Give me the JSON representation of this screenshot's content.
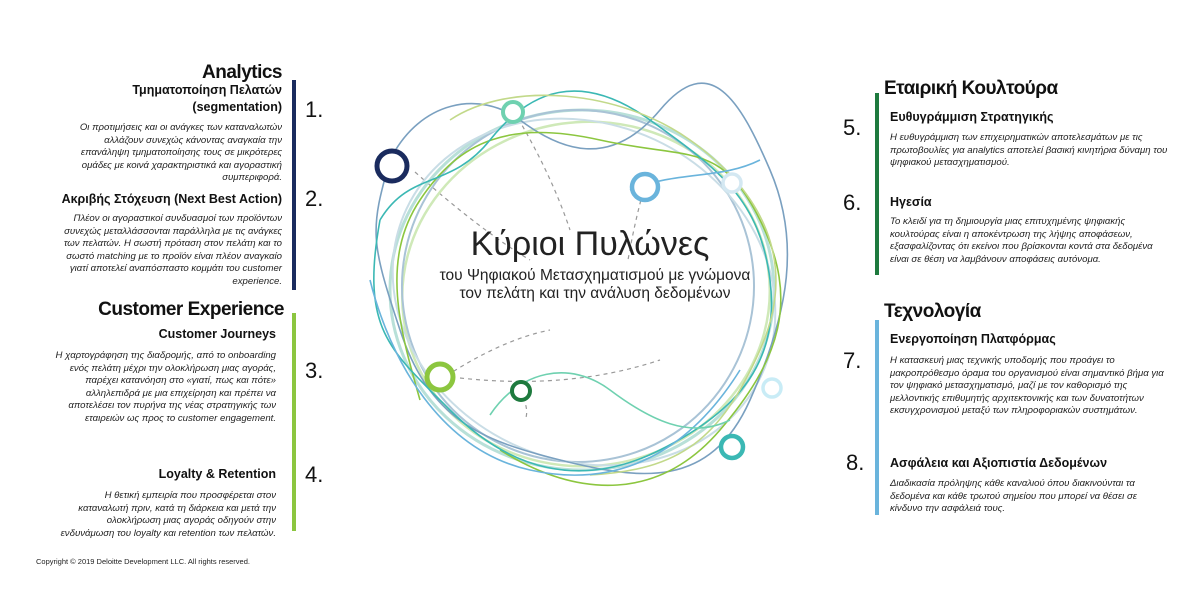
{
  "center": {
    "title": "Κύριοι Πυλώνες",
    "subtitle": "του Ψηφιακού Μετασχηματισμού με γνώμονα τον πελάτη και την ανάλυση δεδομένων"
  },
  "left": {
    "analytics": {
      "title": "Analytics",
      "items": [
        {
          "number": "1.",
          "title": "Τμηματοποίηση Πελατών (segmentation)",
          "desc": "Οι προτιμήσεις και οι ανάγκες των καταναλωτών αλλάζουν συνεχώς κάνοντας  αναγκαία την επανάληψη τμηματοποίησης τους σε μικρότερες ομάδες με κοινά χαρακτηριστικά  και αγοραστική συμπεριφορά."
        },
        {
          "number": "2.",
          "title": "Ακριβής Στόχευση (Next Best Action)",
          "desc": "Πλέον οι αγοραστικοί συνδυασμοί των προϊόντων συνεχώς μεταλλάσσονται παράλληλα με τις ανάγκες των πελατών. Η σωστή πρόταση στον πελάτη και το σωστό matching με το προϊόν είναι πλέον αναγκαίο γιατί αποτελεί αναπόσπαστο κομμάτι του customer experience."
        }
      ]
    },
    "customer_experience": {
      "title": "Customer Experience",
      "items": [
        {
          "number": "3.",
          "title": "Customer Journeys",
          "desc": "Η  χαρτογράφηση της διαδρομής, από το onboarding ενός πελάτη μέχρι την ολοκλήρωση μιας αγοράς, παρέχει κατανόηση στο «γιατί, πως και πότε» αλληλεπιδρά με μια επιχείρηση και πρέπει να αποτελέσει τον πυρήνα της νέας στρατηγικής των εταιρειών ως προς το customer engagement."
        },
        {
          "number": "4.",
          "title": "Loyalty & Retention",
          "desc": "Η θετική εμπειρία που προσφέρεται στον καταναλωτή πριν, κατά τη διάρκεια και μετά την ολοκλήρωση μιας αγοράς οδηγούν στην ενδυνάμωση του loyalty και retention των πελατών."
        }
      ]
    }
  },
  "right": {
    "culture": {
      "title": "Εταιρική Κουλτούρα",
      "items": [
        {
          "number": "5.",
          "title": "Ευθυγράμμιση Στρατηγικής",
          "desc": "Η ευθυγράμμιση των επιχειρηματικών αποτελεσμάτων με τις πρωτοβουλίες για analytics αποτελεί βασική κινητήρια δύναμη του ψηφιακού μετασχηματισμού."
        },
        {
          "number": "6.",
          "title": "Ηγεσία",
          "desc": "Το κλειδί για τη δημιουργία μιας επιτυχημένης ψηφιακής κουλτούρας είναι η αποκέντρωση της λήψης αποφάσεων, εξασφαλίζοντας ότι εκείνοι που βρίσκονται κοντά στα δεδομένα είναι σε θέση να λαμβάνουν αποφάσεις αυτόνομα."
        }
      ]
    },
    "technology": {
      "title": "Τεχνολογία",
      "items": [
        {
          "number": "7.",
          "title": "Ενεργοποίηση Πλατφόρμας",
          "desc": "Η κατασκευή μιας τεχνικής υποδομής που προάγει το μακροπρόθεσμο όραμα του οργανισμού είναι σημαντικό βήμα για τον ψηφιακό μετασχηματισμό, μαζί με τον καθορισμό της μελλοντικής επιθυμητής αρχιτεκτονικής και των δυνατοτήτων εκσυγχρονισμού μεταξύ των πληροφοριακών συστημάτων."
        },
        {
          "number": "8.",
          "title": "Ασφάλεια και Αξιοπιστία Δεδομένων",
          "desc": "Διαδικασία πρόληψης κάθε καναλιού όπου διακινούνται τα δεδομένα και κάθε τρωτού σημείου που μπορεί να θέσει σε κίνδυνο την ασφάλειά τους."
        }
      ]
    }
  },
  "colors": {
    "analytics": "#1a2b5e",
    "customer_experience": "#8cc63f",
    "culture": "#1e7a3e",
    "technology": "#6ab4dc",
    "teal": "#3bb8b4",
    "mint": "#6fd1b0"
  },
  "footer": {
    "copyright": "Copyright © 2019 Deloitte Development LLC. All rights reserved."
  }
}
